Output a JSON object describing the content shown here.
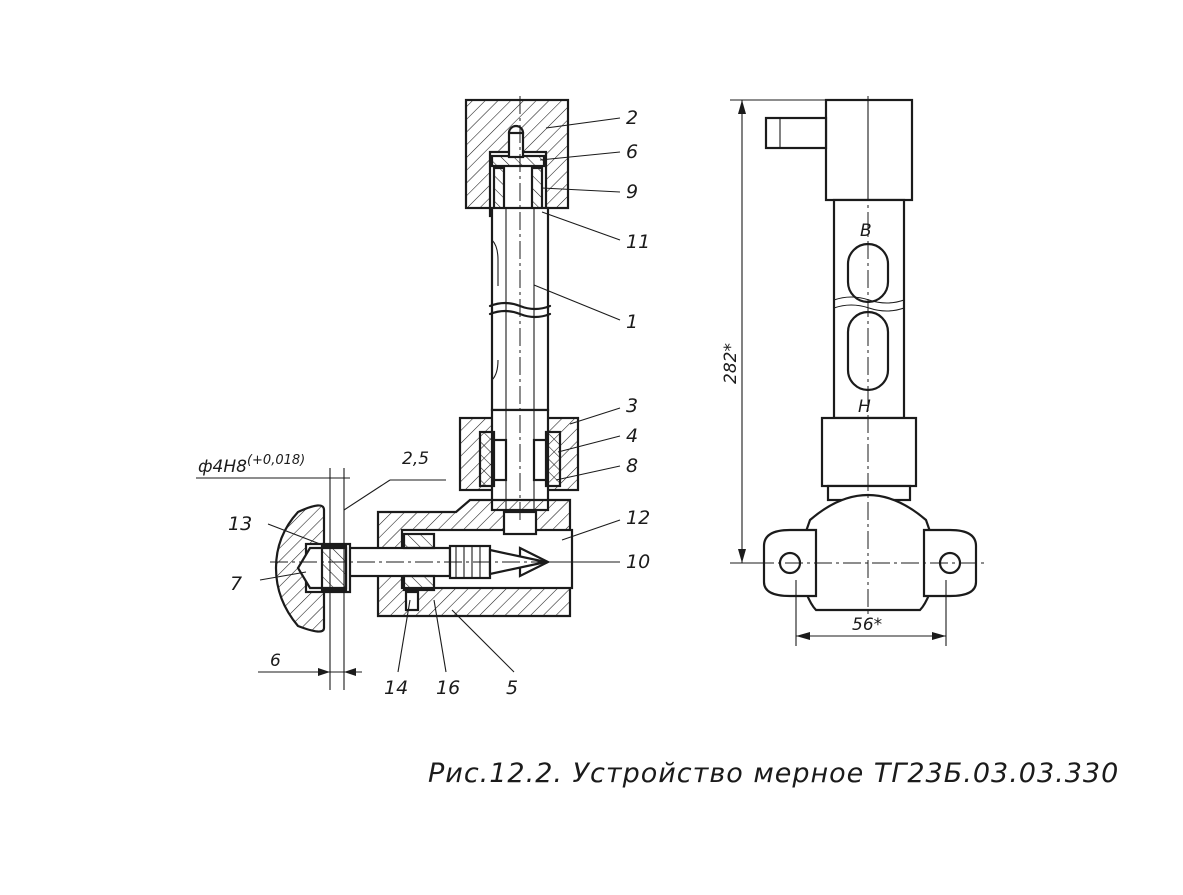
{
  "caption": "Рис.12.2. Устройство мерное ТГ23Б.03.03.330",
  "part_labels": {
    "p1": "1",
    "p2": "2",
    "p3": "3",
    "p4": "4",
    "p5": "5",
    "p6": "6",
    "p7": "7",
    "p8": "8",
    "p9": "9",
    "p10": "10",
    "p11": "11",
    "p12": "12",
    "p13": "13",
    "p14": "14",
    "p16": "16"
  },
  "dimensions": {
    "bore": "ф4Н8",
    "bore_tol": "(+0,018)",
    "chamfer": "2,5",
    "thickness": "6",
    "height": "282*",
    "width": "56*"
  },
  "markings": {
    "upper": "В",
    "lower": "Н"
  }
}
